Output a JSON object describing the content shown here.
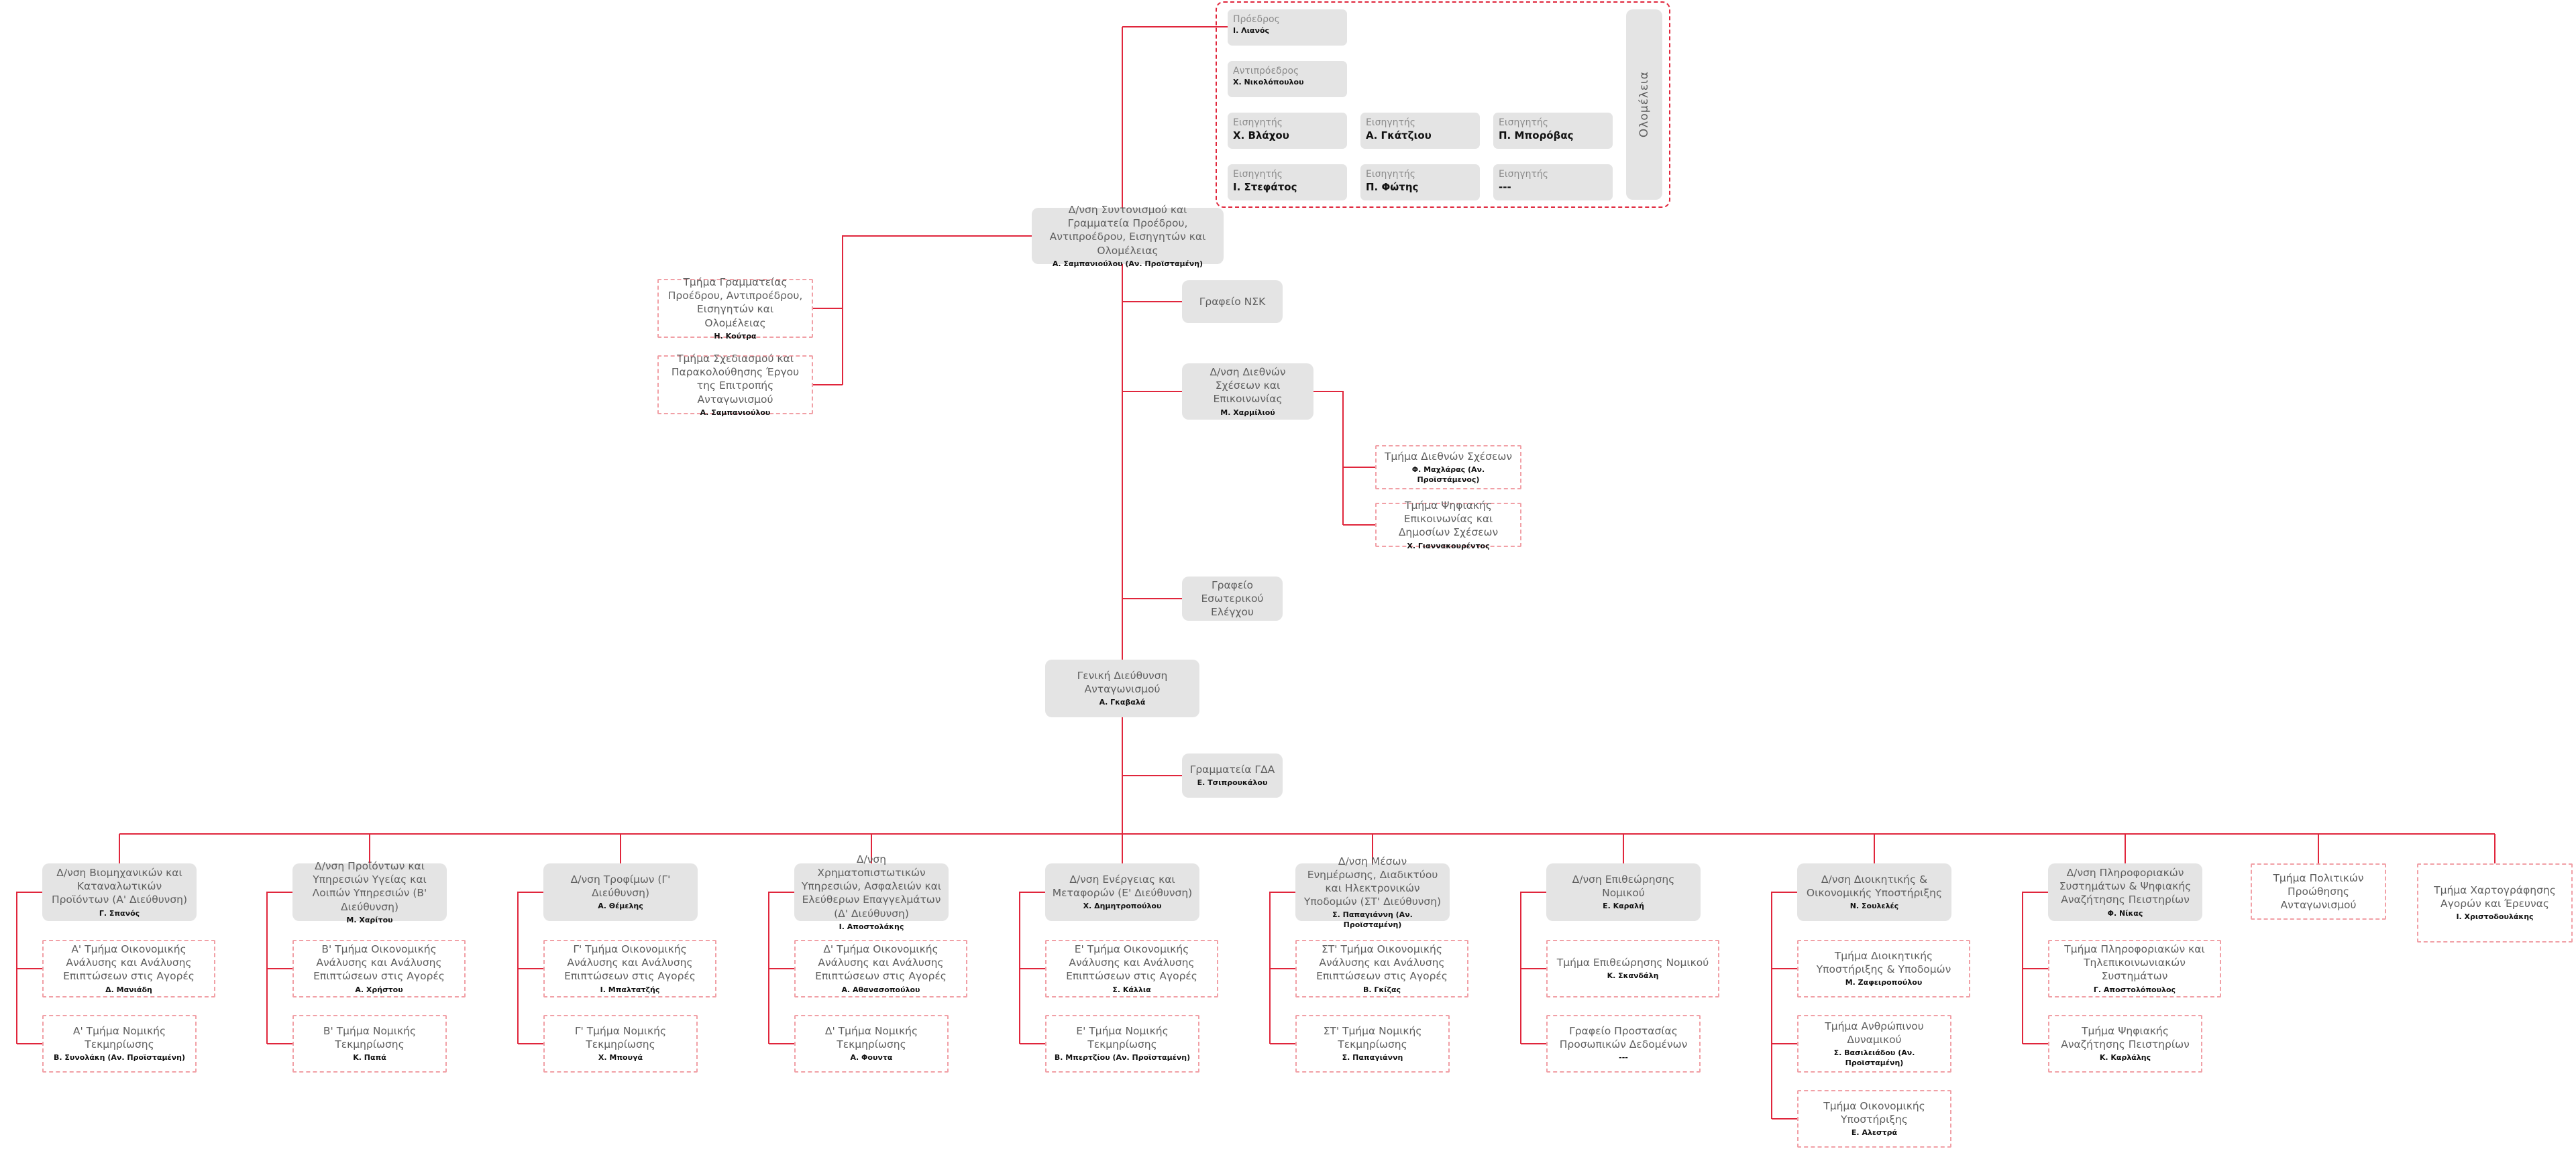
{
  "colors": {
    "line": "#e0263c",
    "dash": "#f1a0a6",
    "box": "#e4e4e4"
  },
  "plenary": {
    "label": "Ολομέλεια",
    "members": [
      {
        "role": "Πρόεδρος",
        "name": "Ι. Λιανός"
      },
      {
        "role": "Αντιπρόεδρος",
        "name": "Χ. Νικολόπουλου"
      },
      {
        "role": "Εισηγητής",
        "name": "Χ. Βλάχου"
      },
      {
        "role": "Εισηγητής",
        "name": "Α. Γκάτζιου"
      },
      {
        "role": "Εισηγητής",
        "name": "Π. Μπορόβας"
      },
      {
        "role": "Εισηγητής",
        "name": "Ι. Στεφάτος"
      },
      {
        "role": "Εισηγητής",
        "name": "Π. Φώτης"
      },
      {
        "role": "Εισηγητής",
        "name": "---"
      }
    ]
  },
  "coordination": {
    "title": "Δ/νση Συντονισμού και Γραμματεία Προέδρου, Αντιπροέδρου, Εισηγητών και Ολομέλειας",
    "name": "Α. Σαμπανιούλου (Αν. Προϊσταμένη)"
  },
  "coord_units": [
    {
      "title": "Τμήμα Γραμματείας Προέδρου, Αντιπροέδρου, Εισηγητών και Ολομέλειας",
      "name": "Η. Κούτρα"
    },
    {
      "title": "Τμήμα Σχεδιασμού και Παρακολούθησης Έργου της Επιτροπής Ανταγωνισμού",
      "name": "Α. Σαμπανιούλου"
    }
  ],
  "nik": {
    "title": "Γραφείο ΝΣΚ"
  },
  "intl": {
    "title": "Δ/νση Διεθνών Σχέσεων και Επικοινωνίας",
    "name": "Μ. Χαρμίλιού"
  },
  "intl_units": [
    {
      "title": "Τμήμα Διεθνών Σχέσεων",
      "name": "Φ. Μαχλάρας (Αν. Προϊστάμενος)"
    },
    {
      "title": "Τμήμα Ψηφιακής Επικοινωνίας και Δημοσίων Σχέσεων",
      "name": "Χ. Γιαννακουρέντος"
    }
  ],
  "audit": {
    "title": "Γραφείο Εσωτερικού Ελέγχου"
  },
  "gd": {
    "title": "Γενική Διεύθυνση Ανταγωνισμού",
    "name": "Α. Γκαβαλά"
  },
  "gda_sec": {
    "title": "Γραμματεία ΓΔΑ",
    "name": "Ε. Τσιπρουκάλου"
  },
  "columns": [
    {
      "title": "Δ/νση Βιομηχανικών και Καταναλωτικών Προϊόντων (Α' Διεύθυνση)",
      "name": "Γ. Σπανός",
      "units": [
        {
          "title": "Α' Τμήμα Οικονομικής Ανάλυσης και Ανάλυσης Επιπτώσεων στις Αγορές",
          "name": "Δ. Μανιάδη"
        },
        {
          "title": "Α' Τμήμα Νομικής Τεκμηρίωσης",
          "name": "Β. Συνολάκη (Αν. Προϊσταμένη)"
        }
      ]
    },
    {
      "title": "Δ/νση Προϊόντων και Υπηρεσιών Υγείας και Λοιπών Υπηρεσιών (Β' Διεύθυνση)",
      "name": "Μ. Χαρίτου",
      "units": [
        {
          "title": "Β' Τμήμα Οικονομικής Ανάλυσης και Ανάλυσης Επιπτώσεων στις Αγορές",
          "name": "Α. Χρήστου"
        },
        {
          "title": "Β' Τμήμα Νομικής Τεκμηρίωσης",
          "name": "Κ. Παπά"
        }
      ]
    },
    {
      "title": "Δ/νση Τροφίμων (Γ' Διεύθυνση)",
      "name": "Α. Θέμελης",
      "units": [
        {
          "title": "Γ' Τμήμα Οικονομικής Ανάλυσης και Ανάλυσης Επιπτώσεων στις Αγορές",
          "name": "Ι. Μπαλτατζής"
        },
        {
          "title": "Γ' Τμήμα Νομικής Τεκμηρίωσης",
          "name": "Χ. Μπουγά"
        }
      ]
    },
    {
      "title": "Δ/νση Χρηματοπιστωτικών Υπηρεσιών, Ασφαλειών και Ελεύθερων Επαγγελμάτων (Δ' Διεύθυνση)",
      "name": "Ι. Αποστολάκης",
      "units": [
        {
          "title": "Δ' Τμήμα Οικονομικής Ανάλυσης και Ανάλυσης Επιπτώσεων στις Αγορές",
          "name": "Α. Αθανασοπούλου"
        },
        {
          "title": "Δ' Τμήμα Νομικής Τεκμηρίωσης",
          "name": "Α. Φουντα"
        }
      ]
    },
    {
      "title": "Δ/νση Ενέργειας και Μεταφορών (Ε' Διεύθυνση)",
      "name": "Χ. Δημητροπούλου",
      "units": [
        {
          "title": "Ε' Τμήμα Οικονομικής Ανάλυσης και Ανάλυσης Επιπτώσεων στις Αγορές",
          "name": "Σ. Κάλλια"
        },
        {
          "title": "Ε' Τμήμα Νομικής Τεκμηρίωσης",
          "name": "Β. Μπερτζίου (Αν. Προϊσταμένη)"
        }
      ]
    },
    {
      "title": "Δ/νση Μέσων Ενημέρωσης, Διαδικτύου και Ηλεκτρονικών Υποδομών (ΣΤ' Διεύθυνση)",
      "name": "Σ. Παπαγιάννη (Αν. Προϊσταμένη)",
      "units": [
        {
          "title": "ΣΤ' Τμήμα Οικονομικής Ανάλυσης και Ανάλυσης Επιπτώσεων στις Αγορές",
          "name": "Β. Γκίζας"
        },
        {
          "title": "ΣΤ' Τμήμα Νομικής Τεκμηρίωσης",
          "name": "Σ. Παπαγιάννη"
        }
      ]
    },
    {
      "title": "Δ/νση Επιθεώρησης Νομικού",
      "name": "Ε. Καραλή",
      "units": [
        {
          "title": "Τμήμα Επιθεώρησης Νομικού",
          "name": "Κ. Σκανδάλη"
        },
        {
          "title": "Γραφείο Προστασίας Προσωπικών Δεδομένων",
          "name": "---"
        }
      ]
    },
    {
      "title": "Δ/νση Διοικητικής & Οικονομικής Υποστήριξης",
      "name": "Ν. Σουλελές",
      "units": [
        {
          "title": "Τμήμα Διοικητικής Υποστήριξης & Υποδομών",
          "name": "Μ. Ζαφειροπούλου"
        },
        {
          "title": "Τμήμα Ανθρώπινου Δυναμικού",
          "name": "Σ. Βασιλειάδου (Αν. Προϊσταμένη)"
        },
        {
          "title": "Τμήμα Οικονομικής Υποστήριξης",
          "name": "Ε. Αλεστρά"
        }
      ]
    },
    {
      "title": "Δ/νση Πληροφοριακών Συστημάτων & Ψηφιακής Αναζήτησης Πειστηρίων",
      "name": "Φ. Νίκας",
      "units": [
        {
          "title": "Τμήμα Πληροφοριακών και Τηλεπικοινωνιακών Συστημάτων",
          "name": "Γ. Αποστολόπουλος"
        },
        {
          "title": "Τμήμα Ψηφιακής Αναζήτησης Πειστηρίων",
          "name": "Κ. Καρλάλης"
        }
      ]
    },
    {
      "title": "Τμήμα Πολιτικών Προώθησης Ανταγωνισμού",
      "name": "",
      "units": []
    },
    {
      "title": "Τμήμα Χαρτογράφησης Αγορών και Έρευνας",
      "name": "Ι. Χριστοδουλάκης",
      "units": []
    }
  ]
}
